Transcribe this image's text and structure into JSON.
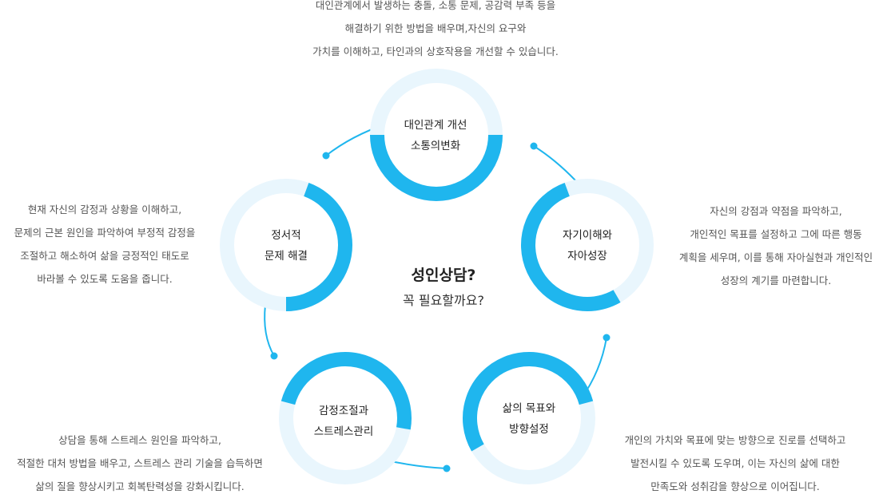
{
  "colors": {
    "accent": "#1fb6ee",
    "ring_light": "#e9f6fd"
  },
  "center": {
    "title": "성인상담?",
    "subtitle": "꼭 필요할까요?"
  },
  "nodes": [
    {
      "id": "top",
      "lines": [
        "대인관계 개선",
        "소통의변화"
      ]
    },
    {
      "id": "right",
      "lines": [
        "자기이해와",
        "자아성장"
      ]
    },
    {
      "id": "bottom-right",
      "lines": [
        "삶의 목표와",
        "방향설정"
      ]
    },
    {
      "id": "bottom-left",
      "lines": [
        "감정조절과",
        "스트레스관리"
      ]
    },
    {
      "id": "left",
      "lines": [
        "정서적",
        "문제 해결"
      ]
    }
  ],
  "descriptions": [
    {
      "id": "top",
      "lines": [
        "대인관계에서 발생하는 충돌, 소통 문제, 공감력 부족 등을",
        "해결하기 위한 방법을 배우며,자신의 요구와",
        "가치를 이해하고, 타인과의 상호작용을 개선할 수 있습니다."
      ]
    },
    {
      "id": "right",
      "lines": [
        "자신의 강점과 약점을 파악하고,",
        "개인적인 목표를 설정하고 그에 따른 행동",
        "계획을 세우며, 이를 통해 자아실현과 개인적인",
        "성장의 계기를 마련합니다."
      ]
    },
    {
      "id": "bottom-right",
      "lines": [
        "개인의 가치와 목표에 맞는 방향으로 진로를 선택하고",
        "발전시킬 수 있도록 도우며, 이는 자신의 삶에 대한",
        "만족도와 성취감을 향상으로 이어집니다."
      ]
    },
    {
      "id": "bottom-left",
      "lines": [
        "상담을 통해 스트레스 원인을 파악하고,",
        "적절한 대처 방법을 배우고, 스트레스 관리 기술을 습득하면",
        "삶의 질을 향상시키고 회복탄력성을 강화시킵니다."
      ]
    },
    {
      "id": "left",
      "lines": [
        "현재 자신의 감정과 상황을 이해하고,",
        "문제의 근본 원인을 파악하여 부정적 감정을",
        "조절하고 해소하여 삶을 긍정적인 태도로",
        "바라볼 수 있도록 도움을 줍니다."
      ]
    }
  ]
}
